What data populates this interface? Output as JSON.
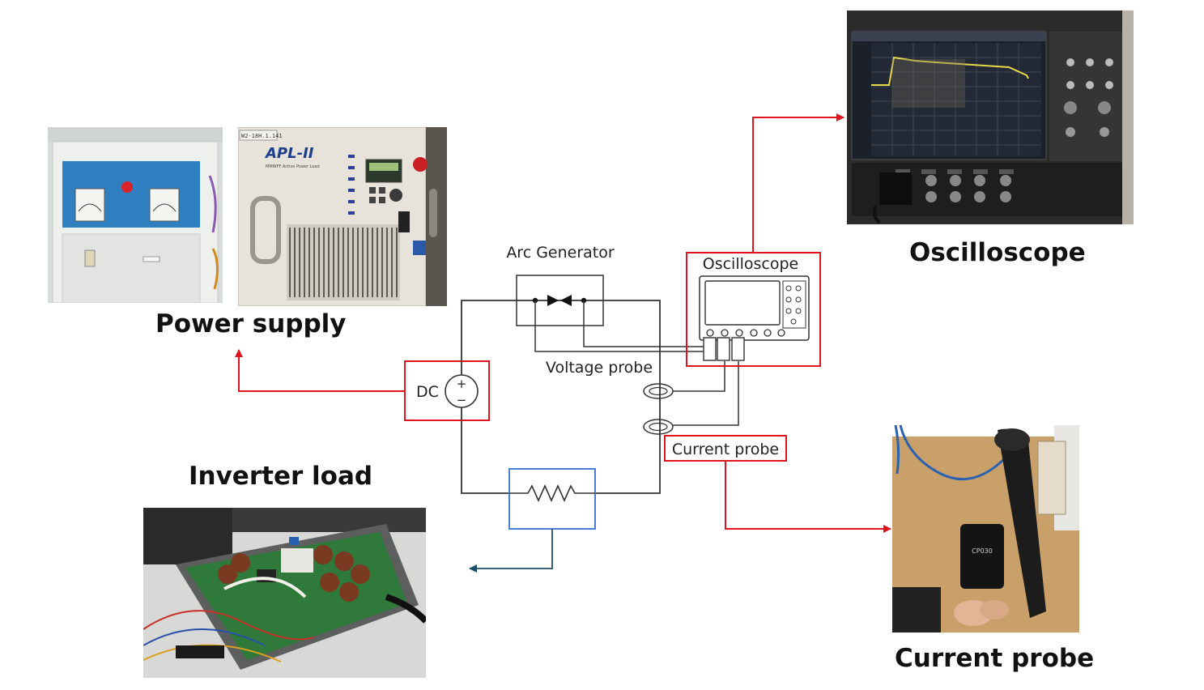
{
  "captions": {
    "power_supply": "Power supply",
    "oscilloscope": "Oscilloscope",
    "inverter_load": "Inverter load",
    "current_probe": "Current probe"
  },
  "diagram": {
    "arc_generator": "Arc Generator",
    "oscilloscope": "Oscilloscope",
    "voltage_probe": "Voltage probe",
    "current_probe": "Current probe",
    "dc_source": "DC",
    "plus": "+",
    "minus": "−"
  },
  "photo_text": {
    "apl_brand": "APL-II",
    "apl_subtitle": "MMWFF Active Power Load",
    "apl_tag": "W2-18H.1.141",
    "probe_model": "CP030"
  },
  "colors": {
    "highlight_red": "#e0141e",
    "load_blue": "#4a7fd6",
    "arrow_teal": "#1e4e6e",
    "wire": "#333333"
  }
}
